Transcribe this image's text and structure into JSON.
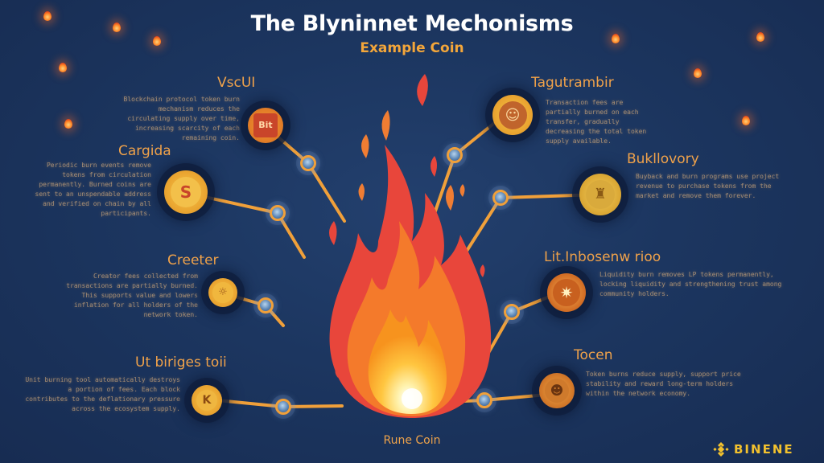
{
  "header": {
    "title": "The Blyninnet Mechonisms",
    "subtitle": "Example Coin"
  },
  "center": {
    "label": "Rune Coin",
    "icon": "flame-icon"
  },
  "nodes_left": [
    {
      "heading": "VscUI",
      "coin_glyph": "Bit",
      "description": "Blockchain protocol token burn mechanism reduces the circulating supply over time, increasing scarcity of each remaining coin."
    },
    {
      "heading": "Cargida",
      "coin_glyph": "S",
      "description": "Periodic burn events remove tokens from circulation permanently. Burned coins are sent to an unspendable address and verified on chain by all participants."
    },
    {
      "heading": "Creeter",
      "coin_glyph": "☼",
      "description": "Creator fees collected from transactions are partially burned. This supports value and lowers inflation for all holders of the network token."
    },
    {
      "heading": "Ut biriges toii",
      "coin_glyph": "K",
      "description": "Unit burning tool automatically destroys a portion of fees. Each block contributes to the deflationary pressure across the ecosystem supply."
    }
  ],
  "nodes_right": [
    {
      "heading": "Tagutrambir",
      "coin_glyph": "☺",
      "description": "Transaction fees are partially burned on each transfer, gradually decreasing the total token supply available."
    },
    {
      "heading": "Bukllovory",
      "coin_glyph": "♜",
      "description": "Buyback and burn programs use project revenue to purchase tokens from the market and remove them forever."
    },
    {
      "heading": "Lit.Inbosenw rioo",
      "coin_glyph": "✷",
      "description": "Liquidity burn removes LP tokens permanently, locking liquidity and strengthening trust among community holders."
    },
    {
      "heading": "Tocen",
      "coin_glyph": "☻",
      "description": "Token burns reduce supply, support price stability and reward long-term holders within the network economy."
    }
  ],
  "brand": {
    "name": "BINENE",
    "icon": "diamond-logo-icon",
    "color": "#f2c12e"
  },
  "colors": {
    "background": "#1c3660",
    "accent": "#f0a24a",
    "connector": "#f0a03a",
    "title": "#ffffff"
  }
}
